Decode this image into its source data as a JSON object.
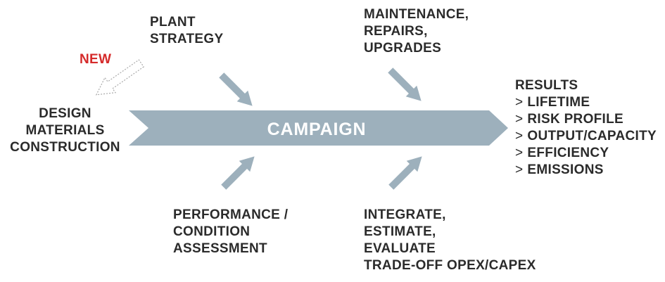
{
  "new_label": "NEW",
  "campaign_label": "CAMPAIGN",
  "colors": {
    "arrow": "#9db0bc",
    "text": "#2b2b2b",
    "new": "#d52b2b",
    "dashed": "#aaaaaa"
  },
  "inputs": {
    "plant_strategy": [
      "PLANT",
      "STRATEGY"
    ],
    "maintenance": [
      "MAINTENANCE,",
      "REPAIRS,",
      "UPGRADES"
    ],
    "performance": [
      "PERFORMANCE /",
      "CONDITION",
      "ASSESSMENT"
    ],
    "integrate": [
      "INTEGRATE,",
      "ESTIMATE,",
      "EVALUATE",
      "TRADE-OFF OPEX/CAPEX"
    ]
  },
  "design": [
    "DESIGN",
    "MATERIALS",
    "CONSTRUCTION"
  ],
  "results": {
    "title": "RESULTS",
    "items": [
      "LIFETIME",
      "RISK PROFILE",
      "OUTPUT/CAPACITY",
      "EFFICIENCY",
      "EMISSIONS"
    ],
    "bullet": ">"
  }
}
